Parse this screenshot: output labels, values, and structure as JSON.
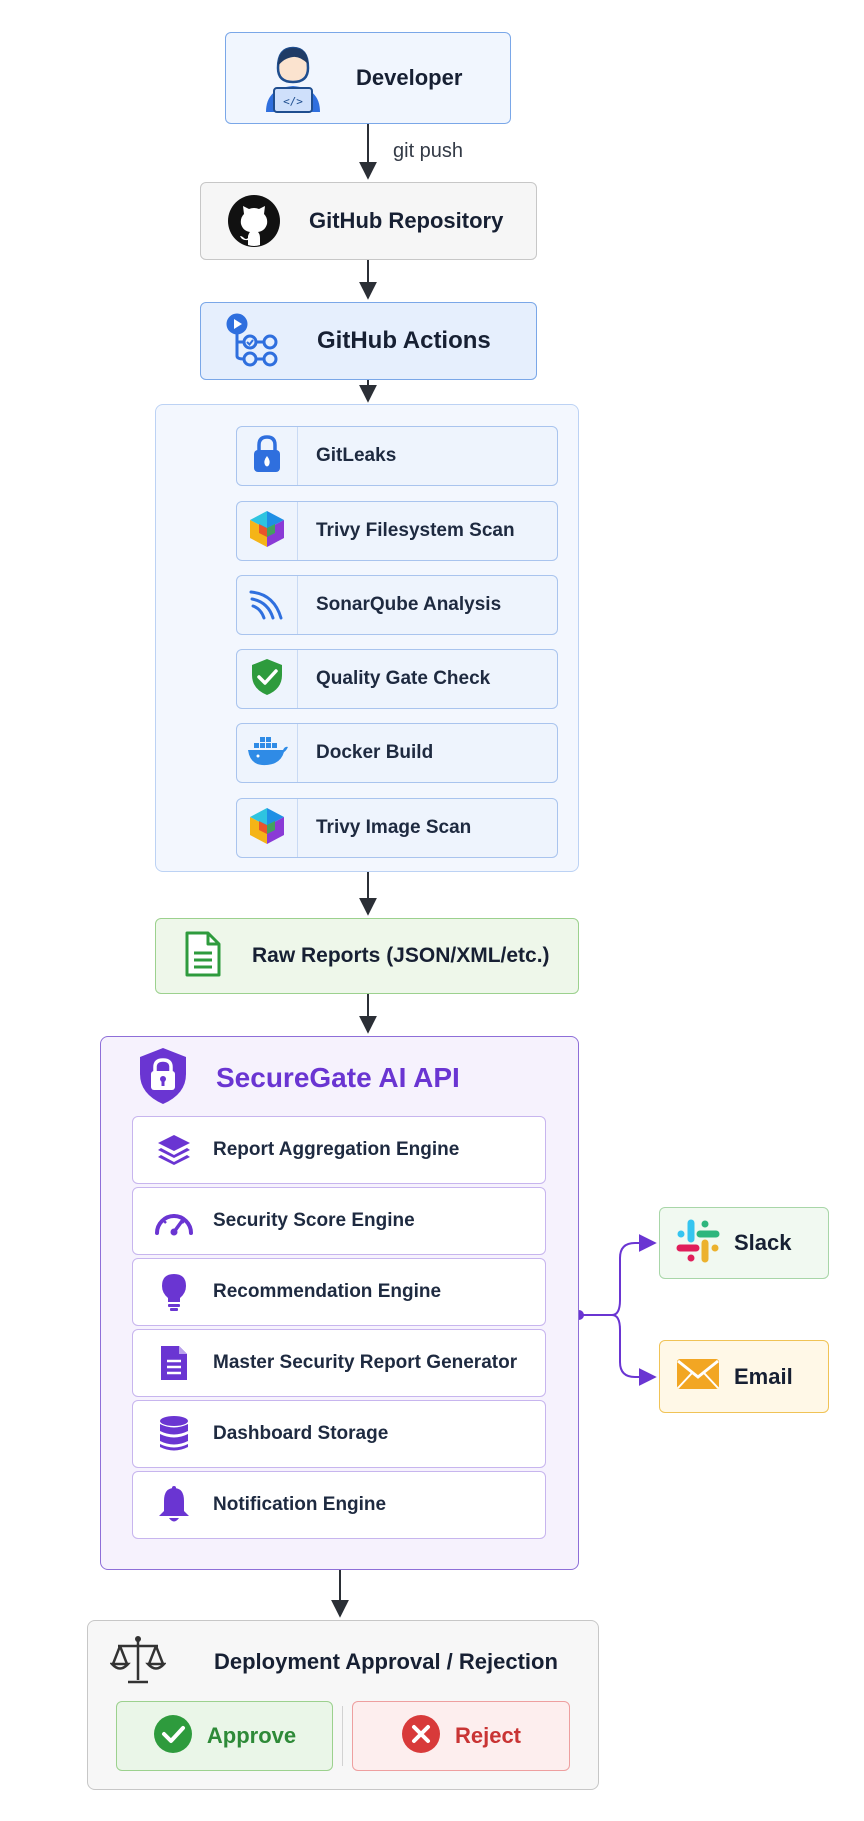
{
  "developer": {
    "label": "Developer"
  },
  "edge_label": "git push",
  "repo": {
    "label": "GitHub Repository"
  },
  "actions": {
    "label": "GitHub Actions"
  },
  "pipeline_steps": [
    {
      "label": "GitLeaks",
      "icon": "lock-icon"
    },
    {
      "label": "Trivy Filesystem Scan",
      "icon": "trivy-cube-icon"
    },
    {
      "label": "SonarQube Analysis",
      "icon": "sonarqube-waves-icon"
    },
    {
      "label": "Quality Gate Check",
      "icon": "shield-check-icon"
    },
    {
      "label": "Docker Build",
      "icon": "docker-whale-icon"
    },
    {
      "label": "Trivy Image Scan",
      "icon": "trivy-cube-icon"
    }
  ],
  "raw_reports": {
    "label": "Raw Reports (JSON/XML/etc.)"
  },
  "api": {
    "title": "SecureGate AI API",
    "engines": [
      {
        "label": "Report Aggregation Engine",
        "icon": "layers-icon"
      },
      {
        "label": "Security Score Engine",
        "icon": "gauge-icon"
      },
      {
        "label": "Recommendation Engine",
        "icon": "lightbulb-icon"
      },
      {
        "label": "Master Security Report Generator",
        "icon": "document-icon"
      },
      {
        "label": "Dashboard Storage",
        "icon": "database-icon"
      },
      {
        "label": "Notification Engine",
        "icon": "bell-icon"
      }
    ]
  },
  "notifications": {
    "slack": "Slack",
    "email": "Email"
  },
  "deployment": {
    "title": "Deployment Approval / Rejection",
    "approve": "Approve",
    "reject": "Reject"
  },
  "colors": {
    "blue": "#2f6fde",
    "purple": "#6a35d2",
    "green": "#2e9b3d",
    "red": "#d83a3a",
    "amber": "#f2a623"
  }
}
